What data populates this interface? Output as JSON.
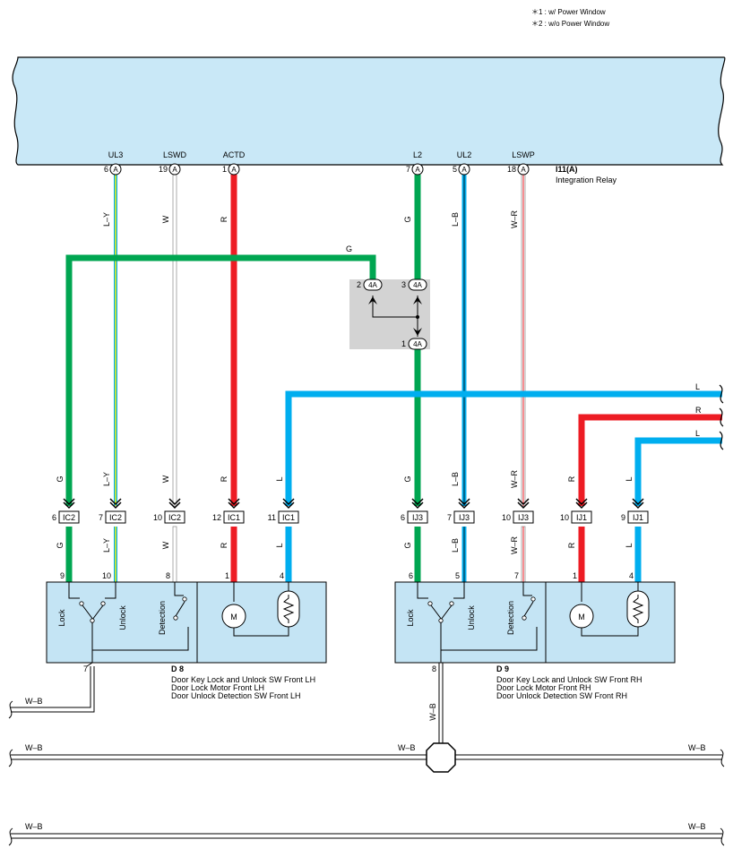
{
  "notes": [
    "＊1 : w/ Power Window",
    "＊2 : w/o Power Window"
  ],
  "relay": {
    "code": "I11(A)",
    "name": "Integration Relay"
  },
  "relay_pins": [
    {
      "num": "6",
      "conn": "A",
      "signal": "UL3"
    },
    {
      "num": "19",
      "conn": "A",
      "signal": "LSWD"
    },
    {
      "num": "1",
      "conn": "A",
      "signal": "ACTD"
    },
    {
      "num": "7",
      "conn": "A",
      "signal": "L2"
    },
    {
      "num": "5",
      "conn": "A",
      "signal": "UL2"
    },
    {
      "num": "18",
      "conn": "A",
      "signal": "LSWP"
    }
  ],
  "wires": {
    "ul3": "L–Y",
    "lswd": "W",
    "actd": "R",
    "l2": "G",
    "ul2": "L–B",
    "lswp": "W–R",
    "g_cross": "G",
    "l_top": "L",
    "r_right": "R",
    "l_right": "L",
    "ground": "W–B"
  },
  "junction": {
    "code": "4A",
    "pins": [
      "2",
      "3",
      "1"
    ]
  },
  "connectors_left": [
    {
      "pin": "6",
      "code": "IC2",
      "wire": "G"
    },
    {
      "pin": "7",
      "code": "IC2",
      "wire": "L–Y"
    },
    {
      "pin": "10",
      "code": "IC2",
      "wire": "W"
    },
    {
      "pin": "12",
      "code": "IC1",
      "wire": "R"
    },
    {
      "pin": "11",
      "code": "IC1",
      "wire": "L"
    }
  ],
  "connectors_right": [
    {
      "pin": "6",
      "code": "IJ3",
      "wire": "G"
    },
    {
      "pin": "7",
      "code": "IJ3",
      "wire": "L–B"
    },
    {
      "pin": "10",
      "code": "IJ3",
      "wire": "W–R"
    },
    {
      "pin": "10",
      "code": "IJ1",
      "wire": "R"
    },
    {
      "pin": "9",
      "code": "IJ1",
      "wire": "L"
    }
  ],
  "door_lh": {
    "code": "D 8",
    "lines": [
      "Door Key Lock and Unlock SW Front LH",
      "Door Lock Motor Front LH",
      "Door Unlock Detection SW Front LH"
    ],
    "pins": [
      "9",
      "10",
      "8",
      "1",
      "4"
    ],
    "ground_pin": "7",
    "switch_labels": [
      "Lock",
      "Unlock",
      "Detection"
    ],
    "motor": "M"
  },
  "door_rh": {
    "code": "D 9",
    "lines": [
      "Door Key Lock and Unlock SW Front RH",
      "Door Lock Motor Front RH",
      "Door Unlock Detection SW Front RH"
    ],
    "pins": [
      "6",
      "5",
      "7",
      "1",
      "4"
    ],
    "ground_pin": "8",
    "switch_labels": [
      "Lock",
      "Unlock",
      "Detection"
    ],
    "motor": "M"
  },
  "colors": {
    "relay_fill": "#c9e8f7",
    "component_fill": "#c4e4f4",
    "junction_fill": "#d3d3d3",
    "green": "#00a651",
    "red": "#ed1c24",
    "blue": "#00aeef",
    "yellow": "#fff200",
    "pink": "#f4a6b0"
  }
}
